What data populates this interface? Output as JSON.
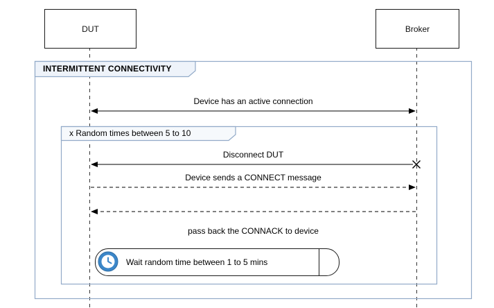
{
  "colors": {
    "frame_border": "#92aac8",
    "tab_fill": "#eef3fa",
    "accent_blue": "#3c87c9",
    "arrow": "#000000",
    "lifeline": "#333333"
  },
  "participants": [
    {
      "label": "DUT"
    },
    {
      "label": "Broker"
    }
  ],
  "frames": {
    "outer": {
      "label": "INTERMITTENT CONNECTIVITY"
    },
    "loop": {
      "label": "x Random times between 5 to 10"
    }
  },
  "messages": {
    "active_connection": {
      "label": "Device has an active connection",
      "style": "solid",
      "direction": "both"
    },
    "disconnect": {
      "label": "Disconnect DUT",
      "style": "solid",
      "direction": "to-dut",
      "end_marker": "destroy-cross"
    },
    "connect": {
      "label": "Device sends a CONNECT message",
      "style": "dashed",
      "direction": "to-broker"
    },
    "connack": {
      "label": "pass back the CONNACK to device",
      "style": "dashed",
      "direction": "to-dut"
    }
  },
  "timer": {
    "icon": "clock-icon",
    "label": "Wait random time between 1 to 5 mins"
  }
}
